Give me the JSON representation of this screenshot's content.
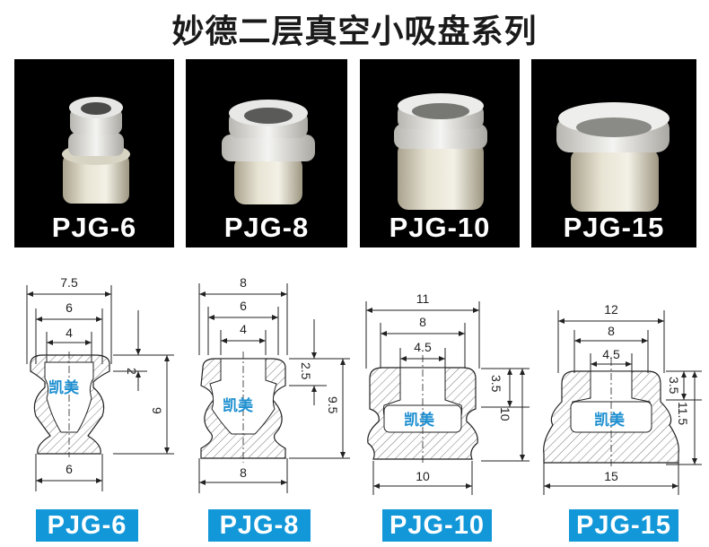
{
  "title": "妙德二层真空小吸盘系列",
  "watermark": "凯美",
  "models": [
    {
      "name": "PJG-6",
      "dims": {
        "top": "7.5",
        "mid": "6",
        "inner": "4",
        "base": "6",
        "lip": "2",
        "height": "9"
      }
    },
    {
      "name": "PJG-8",
      "dims": {
        "top": "8",
        "mid": "6",
        "inner": "4",
        "base": "8",
        "lip": "2.5",
        "height": "9.5"
      }
    },
    {
      "name": "PJG-10",
      "dims": {
        "top": "11",
        "mid": "8",
        "inner": "4.5",
        "base": "10",
        "lip": "3.5",
        "height": "10"
      }
    },
    {
      "name": "PJG-15",
      "dims": {
        "top": "12",
        "mid": "8",
        "inner": "4.5",
        "base": "15",
        "lip": "3.5",
        "height": "11.5"
      }
    }
  ]
}
